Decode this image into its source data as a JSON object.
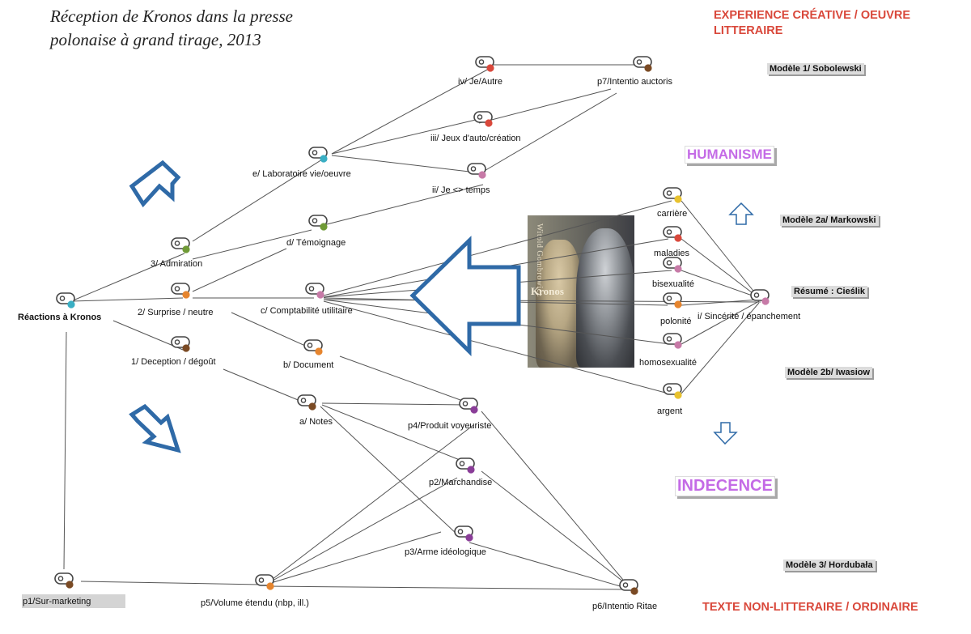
{
  "title": "Réception de Kronos dans la presse polonaise à grand tirage, 2013",
  "header_top": "EXPERIENCE CRÉATIVE / OEUVRE LITTERAIRE",
  "footer_bottom": "TEXTE NON-LITTERAIRE / ORDINAIRE",
  "models": {
    "m1": "Modèle 1/ Sobolewski",
    "m2a": "Modèle 2a/ Markowski",
    "resume": "Résumé : Cieślik",
    "m2b": "Modèle 2b/ Iwasiow",
    "m3": "Modèle 3/ Hordubała"
  },
  "big_labels": {
    "humanisme": "HUMANISME",
    "indecence": "INDECENCE"
  },
  "book": {
    "author": "Witold Gombrowicz",
    "title": "Kronos"
  },
  "colors": {
    "header_red": "#d9483b",
    "purple_label": "#c46be6",
    "arrow_blue": "#2f6aa7",
    "teal": "#3aafc4",
    "olive": "#6f9a36",
    "orange": "#e6852e",
    "brown": "#7a4a24",
    "pink": "#c77aa7",
    "red": "#d9483b",
    "yellow": "#e8c22e",
    "purple": "#8a3d98"
  },
  "nodes": {
    "root": "Réactions à Kronos",
    "n3": "3/ Admiration",
    "n2": "2/ Surprise / neutre",
    "n1": "1/ Deception / dégoût",
    "e": "e/ Laboratoire vie/oeuvre",
    "d": "d/ Témoignage",
    "c": "c/ Comptabilité utilitaire",
    "b": "b/ Document",
    "a": "a/ Notes",
    "iv": "iv/ Je/Autre",
    "iii": "iii/ Jeux d'auto/création",
    "ii": "ii/ Je <> temps",
    "i": "i/ Sincérité / épanchement",
    "p7": "p7/Intentio auctoris",
    "carriere": "carrière",
    "maladies": "maladies",
    "bisexualite": "bisexualité",
    "polonite": "polonité",
    "homosexualite": "homosexualité",
    "argent": "argent",
    "p4": "p4/Produit voyeuriste",
    "p2": "p2/Marchandise",
    "p3": "p3/Arme idéologique",
    "p1": "p1/Sur-marketing",
    "p5": "p5/Volume étendu (nbp, ill.)",
    "p6": "p6/Intentio Ritae"
  }
}
